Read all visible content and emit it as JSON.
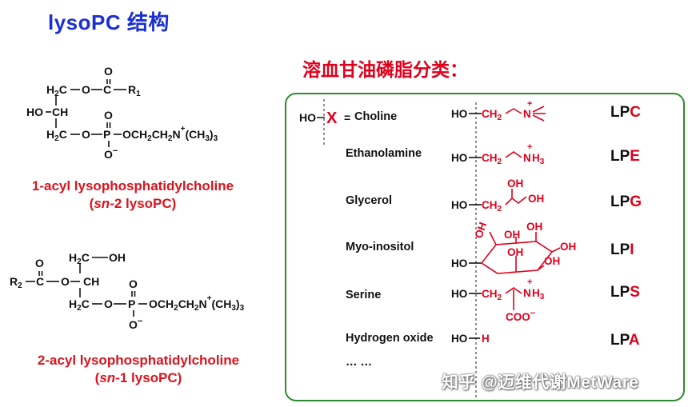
{
  "title": "lysoPC 结构",
  "subtitle": "溶血甘油磷脂分类：",
  "structure1": {
    "caption_line1": "1-acyl lysophosphatidylcholine",
    "caption_sn": "sn",
    "caption_line2_rest": "-2 lysoPC)",
    "caption_open": "("
  },
  "structure2": {
    "caption_line1": "2-acyl lysophosphatidylcholine",
    "caption_sn": "sn",
    "caption_line2_rest": "-1 lysoPC)",
    "caption_open": "("
  },
  "headgroups": [
    {
      "name": "Choline",
      "prefix": "LP",
      "letter": "C"
    },
    {
      "name": "Ethanolamine",
      "prefix": "LP",
      "letter": "E"
    },
    {
      "name": "Glycerol",
      "prefix": "LP",
      "letter": "G"
    },
    {
      "name": "Myo-inositol",
      "prefix": "LP",
      "letter": "I"
    },
    {
      "name": "Serine",
      "prefix": "LP",
      "letter": "S"
    },
    {
      "name": "Hydrogen oxide",
      "prefix": "LP",
      "letter": "A"
    }
  ],
  "ellipsis": "… …",
  "general": {
    "ho": "HO",
    "x": "X",
    "eq": "="
  },
  "watermark": "知乎 @迈维代谢MetWare",
  "colors": {
    "title": "#1a2fd0",
    "red": "#e0001b",
    "panel_border": "#2e8a2e"
  }
}
